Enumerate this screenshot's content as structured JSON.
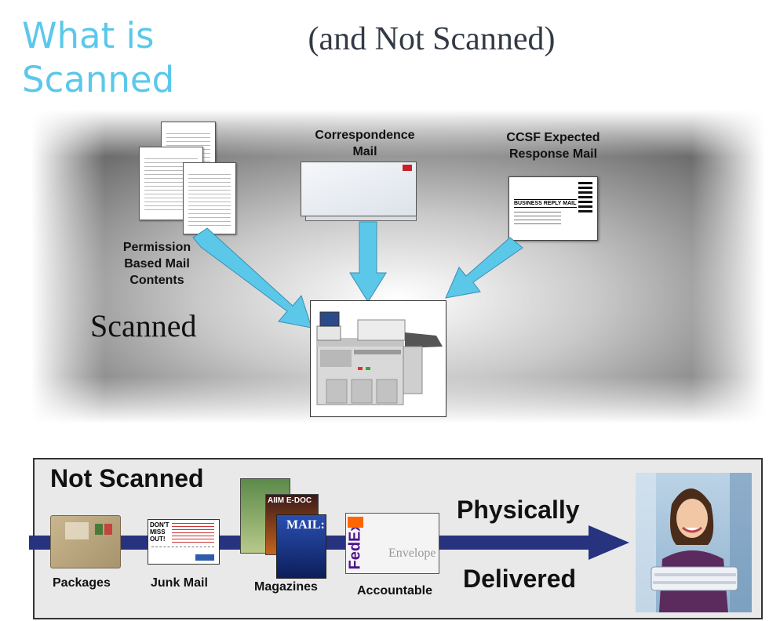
{
  "header": {
    "title": "What is\nScanned",
    "subtitle": "(and Not Scanned)"
  },
  "scanned_section": {
    "heading": "Scanned",
    "inputs": [
      {
        "label": "Permission\nBased Mail\nContents"
      },
      {
        "label": "Correspondence\nMail"
      },
      {
        "label": "CCSF Expected\nResponse Mail"
      }
    ],
    "reply_card_text": "BUSINESS REPLY MAIL",
    "arrow_color": "#5bc8ea"
  },
  "not_scanned_section": {
    "heading": "Not Scanned",
    "items": [
      {
        "label": "Packages"
      },
      {
        "label": "Junk Mail"
      },
      {
        "label": "Magazines"
      },
      {
        "label": "Accountable"
      }
    ],
    "junk_mail_text": "DON'T MISS OUT!",
    "magazine_titles": [
      "AIIM E-DOC",
      "MAIL:"
    ],
    "envelope_brand": "FedEx",
    "envelope_text": "Envelope",
    "outcome_line1": "Physically",
    "outcome_line2": "Delivered",
    "arrow_color": "#27337f"
  }
}
